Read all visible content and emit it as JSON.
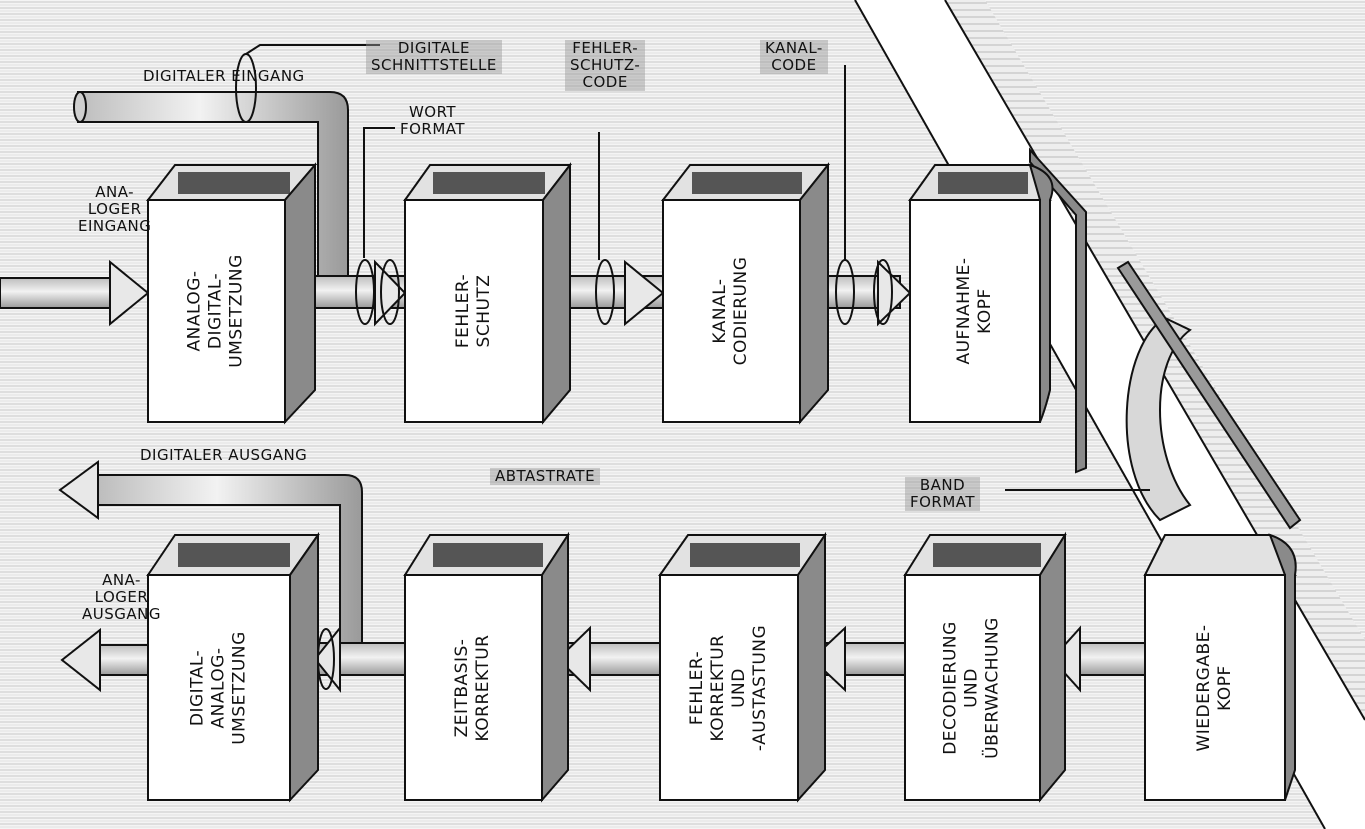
{
  "labels": {
    "digitaler_eingang": "DIGITALER EINGANG",
    "digitale_schnittstelle": "DIGITALE\nSCHNITTSTELLE",
    "fehlerschutzcode": "FEHLER-\nSCHUTZ-\nCODE",
    "kanalcode": "KANAL-\nCODE",
    "wortformat": "WORT\nFORMAT",
    "analoger_eingang": "ANA-\nLOGER\nEINGANG",
    "digitaler_ausgang": "DIGITALER AUSGANG",
    "abtastrate": "ABTASTRATE",
    "bandformat": "BAND\nFORMAT",
    "analoger_ausgang": "ANA-\nLOGER\nAUSGANG"
  },
  "top_row": [
    {
      "id": "analog-digital",
      "label": "ANALOG-\nDIGITAL-\nUMSETZUNG"
    },
    {
      "id": "fehlerschutz",
      "label": "FEHLER-\nSCHUTZ"
    },
    {
      "id": "kanalcodierung",
      "label": "KANAL-\nCODIERUNG"
    },
    {
      "id": "aufnahmekopf",
      "label": "AUFNAHME-\nKOPF"
    }
  ],
  "bottom_row": [
    {
      "id": "digital-analog",
      "label": "DIGITAL-\nANALOG-\nUMSETZUNG"
    },
    {
      "id": "zeitbasis",
      "label": "ZEITBASIS-\nKORREKTUR"
    },
    {
      "id": "fehlerkorrektur",
      "label": "FEHLER-\nKORREKTUR\nUND\n-AUSTASTUNG"
    },
    {
      "id": "decodierung",
      "label": "DECODIERUNG\nUND\nÜBERWACHUNG"
    },
    {
      "id": "wiedergabekopf",
      "label": "WIEDERGABE-\nKOPF"
    }
  ]
}
